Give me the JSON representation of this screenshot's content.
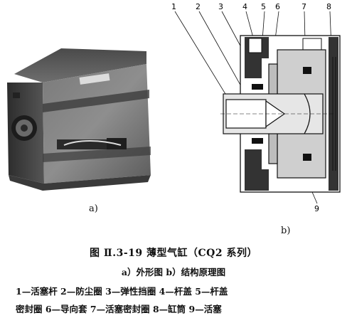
{
  "figure_a": {
    "label": "a)"
  },
  "figure_b": {
    "label": "b)",
    "callouts": [
      "1",
      "2",
      "3",
      "4",
      "5",
      "6",
      "7",
      "8",
      "9"
    ]
  },
  "caption": {
    "title": "图 Ⅱ.3-19   薄型气缸（CQ2 系列）",
    "subtitle": "a）外形图  b）结构原理图"
  },
  "legend": {
    "line1": "1—活塞杆   2—防尘圈   3—弹性挡圈   4—杆盖   5—杆盖",
    "line2": "密封圈   6—导向套   7—活塞密封圈   8—缸筒   9—活塞"
  }
}
